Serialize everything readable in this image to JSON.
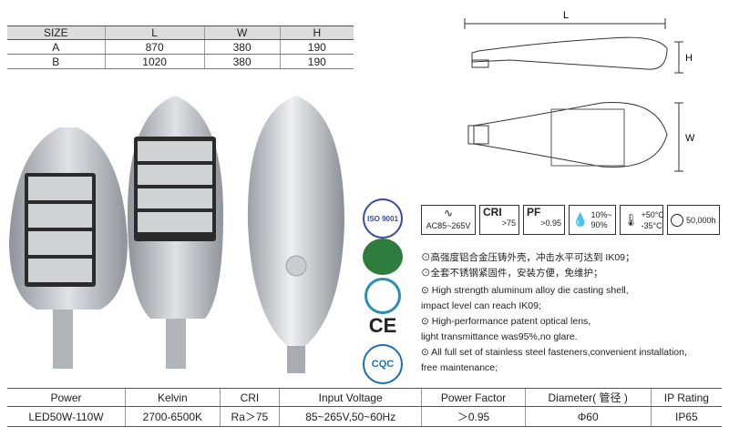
{
  "size_table": {
    "headers": [
      "SIZE",
      "L",
      "W",
      "H"
    ],
    "rows": [
      [
        "A",
        "870",
        "380",
        "190"
      ],
      [
        "B",
        "1020",
        "380",
        "190"
      ]
    ]
  },
  "dimension_labels": {
    "length": "L",
    "height": "H",
    "width": "W"
  },
  "badges": {
    "voltage": "AC85~265V",
    "cri_title": "CRI",
    "cri_value": ">75",
    "pf_title": "PF",
    "pf_value": ">0.95",
    "humidity": "10%~ 90%",
    "temp_high": "+50°C",
    "temp_low": "-35°C",
    "lifetime": "50,000h"
  },
  "certs": {
    "iso": "ISO 9001",
    "ce": "CE",
    "cqc": "CQC"
  },
  "features": [
    "⊙高强度铝合金压铸外壳，冲击水平可达到 IK09；",
    "⊙全套不锈钢紧固件，安装方便，免维护；",
    "⊙ High strength aluminum alloy die casting shell,",
    "impact level can reach IK09;",
    "⊙ High-performance patent optical lens,",
    "light transmittance was95%,no glare.",
    "⊙ All full set of stainless steel fasteners,convenient installation,",
    "free maintenance;"
  ],
  "spec_table": {
    "headers": [
      "Power",
      "Kelvin",
      "CRI",
      "Input Voltage",
      "Power Factor",
      "Diameter( 管径 )",
      "IP Rating"
    ],
    "values": [
      "LED50W-110W",
      "2700-6500K",
      "Ra＞75",
      "85~265V,50~60Hz",
      "＞0.95",
      "Φ60",
      "IP65"
    ]
  }
}
